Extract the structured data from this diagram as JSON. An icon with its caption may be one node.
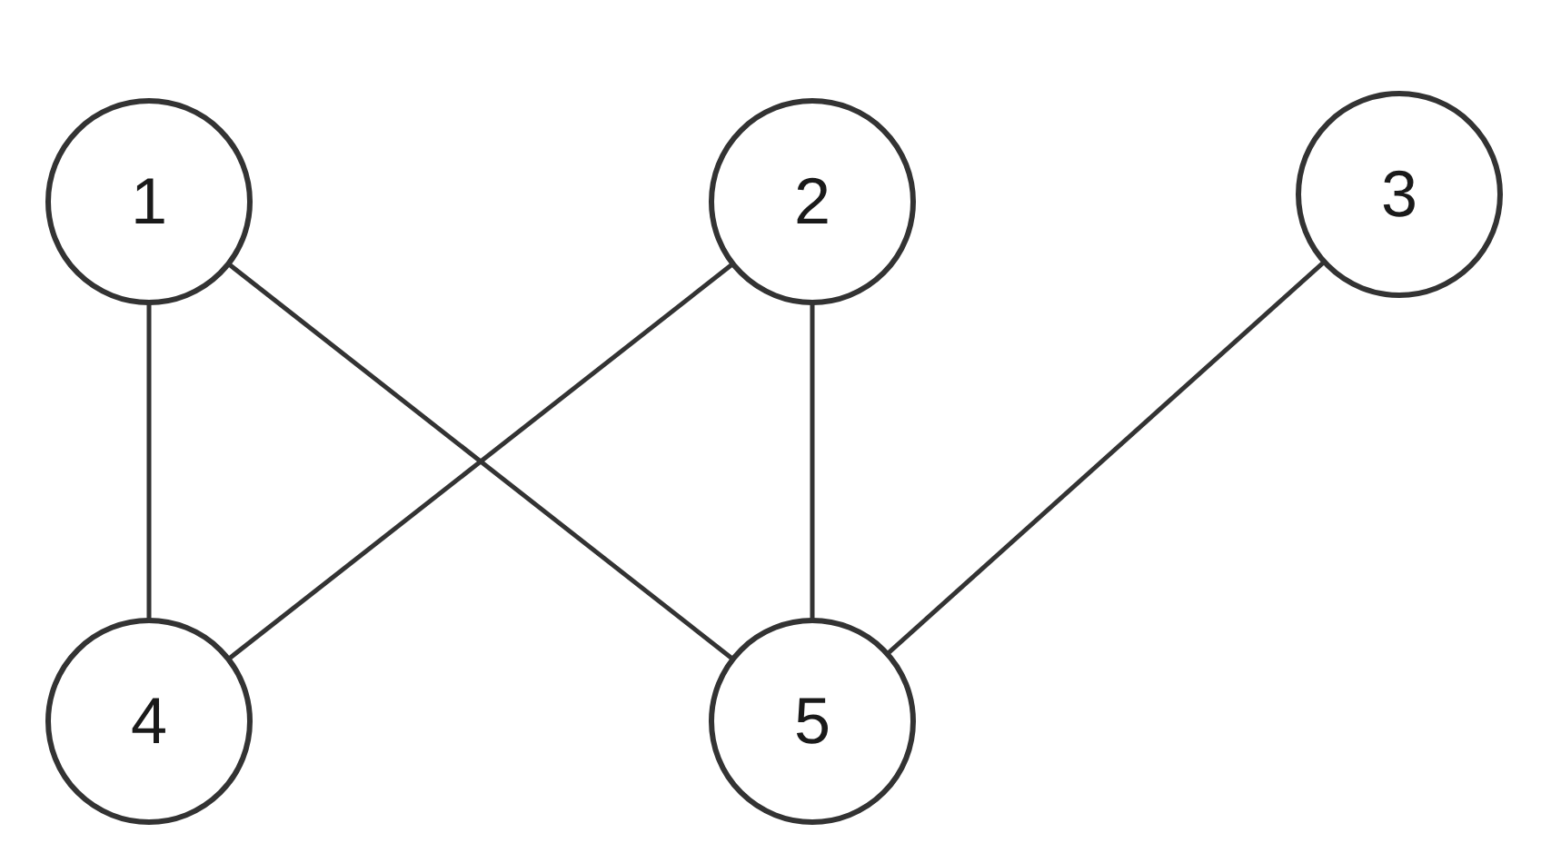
{
  "diagram": {
    "nodes": [
      {
        "text": [
          "1"
        ]
      },
      {
        "text": [
          "2"
        ]
      },
      {
        "text": [
          "3"
        ]
      },
      {
        "text": [
          "4"
        ]
      },
      {
        "text": [
          "5"
        ]
      }
    ],
    "edges": [
      {
        "from": 0,
        "to": 3,
        "arrow": "none"
      },
      {
        "from": 0,
        "to": 4,
        "arrow": "none"
      },
      {
        "from": 1,
        "to": 3,
        "arrow": "none"
      },
      {
        "from": 1,
        "to": 4,
        "arrow": "none"
      },
      {
        "from": 2,
        "to": 4,
        "arrow": "none"
      }
    ]
  }
}
